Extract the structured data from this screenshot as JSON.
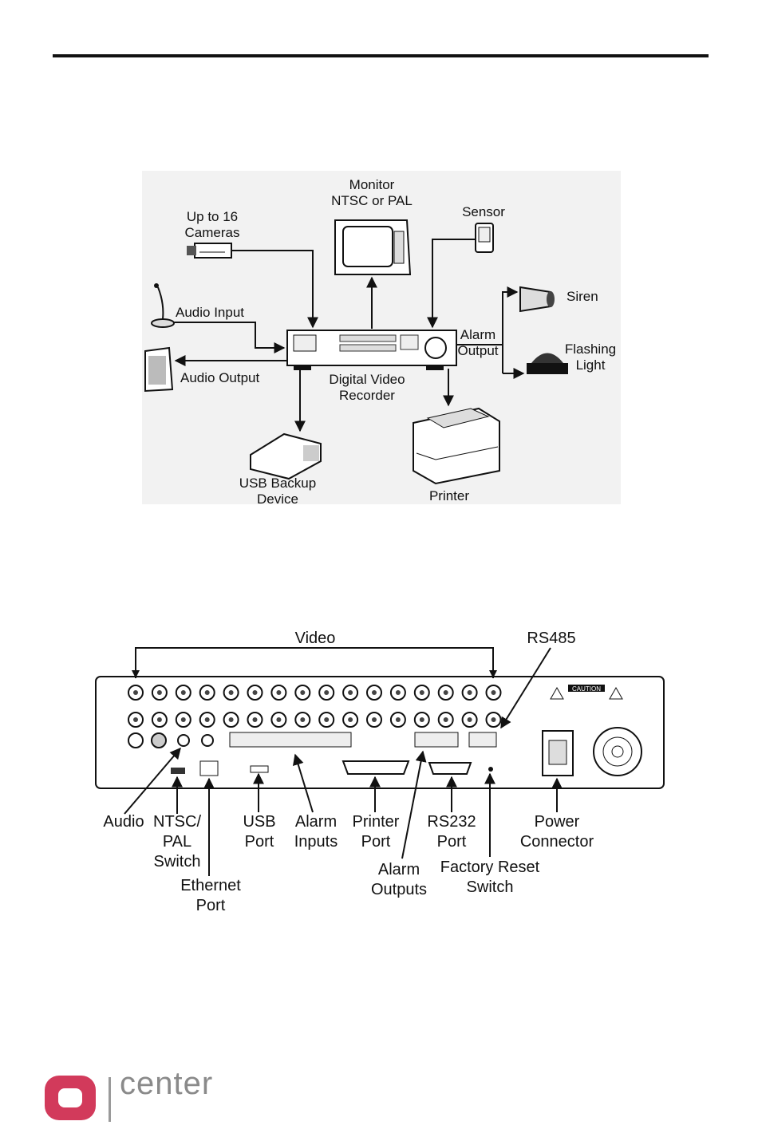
{
  "diagram1": {
    "cameras": "Up to 16\nCameras",
    "monitor": "Monitor\nNTSC or PAL",
    "sensor": "Sensor",
    "siren": "Siren",
    "flashing_light": "Flashing\nLight",
    "alarm_output": "Alarm\nOutput",
    "audio_input": "Audio Input",
    "audio_output": "Audio Output",
    "dvr": "Digital Video\nRecorder",
    "usb_backup": "USB Backup\nDevice",
    "printer": "Printer"
  },
  "diagram2": {
    "video": "Video",
    "rs485": "RS485",
    "audio": "Audio",
    "ntsc_pal": "NTSC/\nPAL\nSwitch",
    "ethernet": "Ethernet\nPort",
    "usb_port": "USB\nPort",
    "alarm_inputs": "Alarm\nInputs",
    "printer_port": "Printer\nPort",
    "alarm_outputs": "Alarm\nOutputs",
    "rs232": "RS232\nPort",
    "factory_reset": "Factory Reset\nSwitch",
    "power": "Power\nConnector",
    "caution": "CAUTION"
  },
  "logo": {
    "text": "center",
    "color": "#d23a5b"
  }
}
